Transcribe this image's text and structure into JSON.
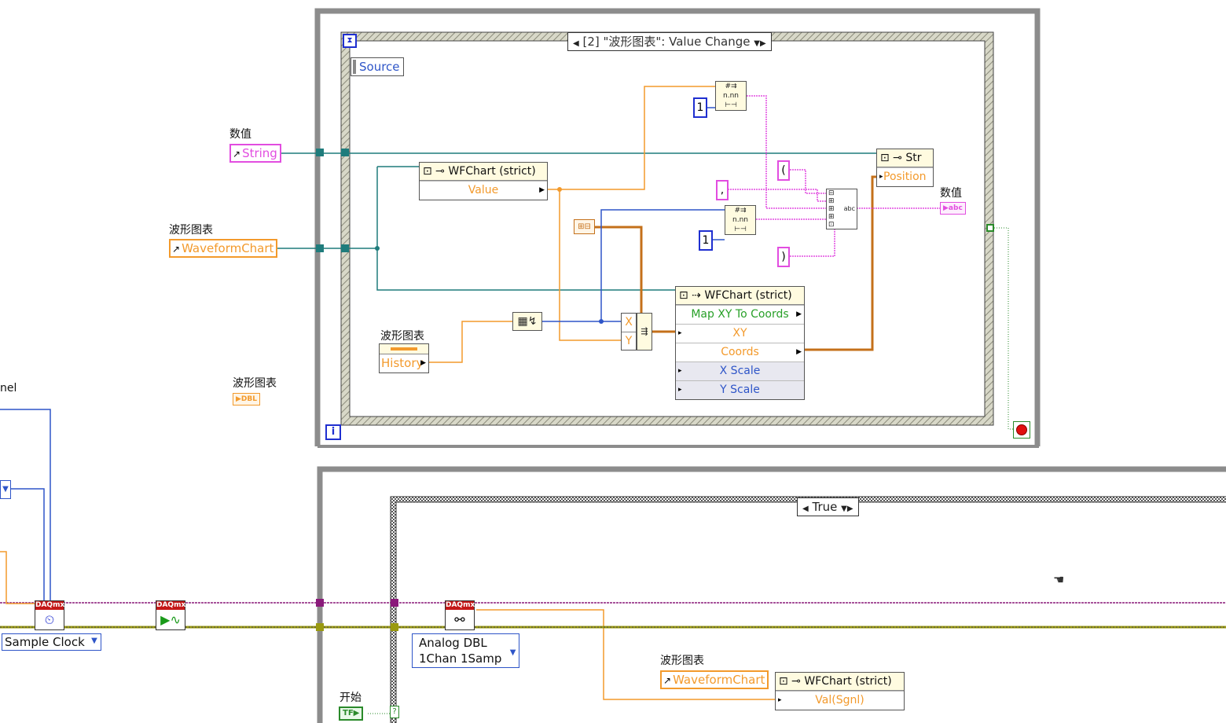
{
  "event_structure": {
    "selector_label": "[2] \"波形图表\": Value Change",
    "source_label": "Source",
    "iteration_icon": "i"
  },
  "case_structure": {
    "selector_label": "True"
  },
  "controls": {
    "numeric_label": "数值",
    "string_ref_text": "String",
    "waveform_label": "波形图表",
    "waveform_ref_text": "WaveformChart",
    "dbl_label": "波形图表",
    "dbl_text": "DBL",
    "channel_fragment": "nel",
    "start_label": "开始",
    "start_text": "TF"
  },
  "nodes": {
    "wfchart_value": {
      "header": "WFChart (strict)",
      "row": "Value"
    },
    "history_label": "波形图表",
    "history_text": "History",
    "wfchart_invoke": {
      "header": "WFChart (strict)",
      "rows": [
        "Map XY To Coords",
        "XY",
        "Coords",
        "X Scale",
        "Y Scale"
      ]
    },
    "str_position": {
      "header": "Str",
      "row": "Position"
    },
    "numeric_indicator_label": "数值",
    "numeric_indicator_text": "abc",
    "bundle_x": "X",
    "bundle_y": "Y",
    "const_one_a": "1",
    "const_one_b": "1",
    "const_open_paren": "(",
    "const_comma": ",",
    "const_close_paren": ")",
    "format_icon": "n.nn",
    "build_icon": "abc"
  },
  "lower": {
    "sample_clock": "Sample Clock",
    "analog_line1": "Analog DBL",
    "analog_line2": "1Chan 1Samp",
    "waveform_label": "波形图表",
    "waveform_ref_text": "WaveformChart",
    "wfchart_sgnl": {
      "header": "WFChart (strict)",
      "row": "Val(Sgnl)"
    },
    "daq_label": "DAQmx"
  },
  "colors": {
    "numeric_orange": "#f39a2c",
    "string_pink": "#e24de0",
    "ref_teal": "#1f7c7c",
    "integer_blue": "#1f2fd0",
    "task_purple": "#8a1a7a",
    "error_olive": "#9a9a10"
  }
}
